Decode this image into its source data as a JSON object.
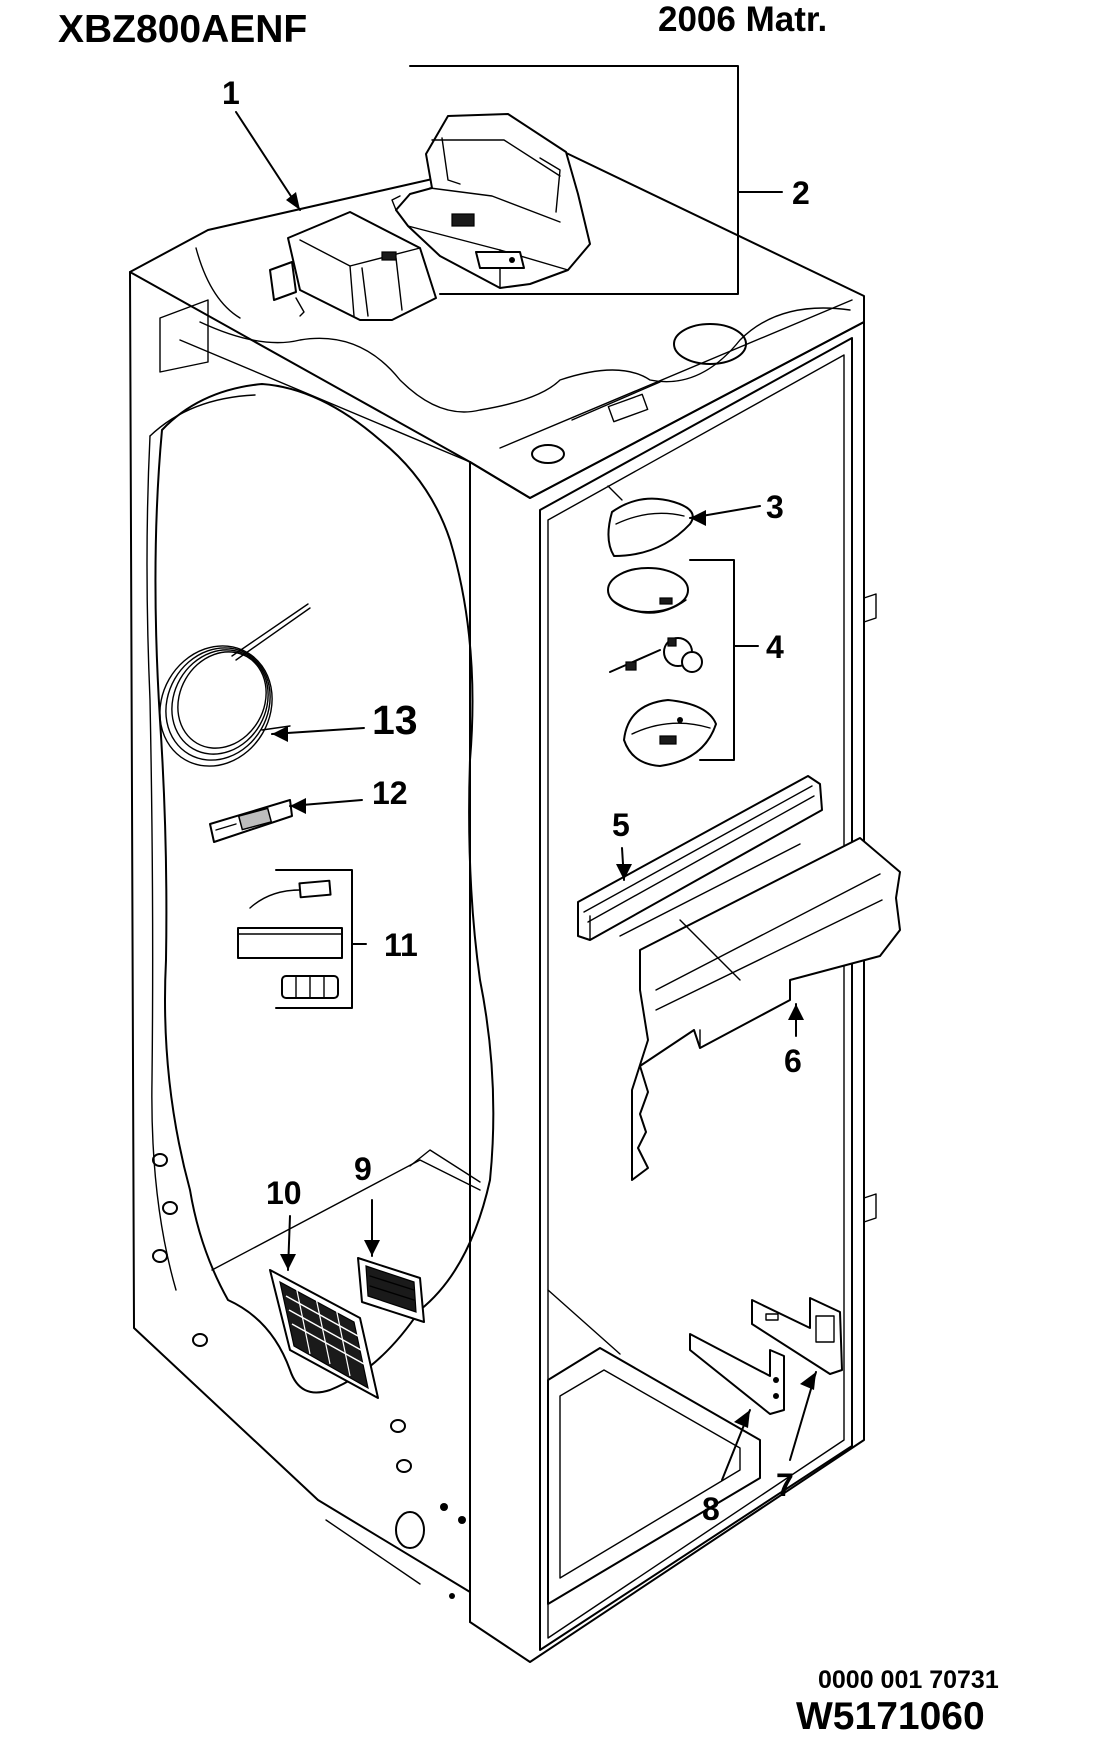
{
  "header": {
    "model_code": "XBZ800AENF",
    "production_year": "2006 Matr."
  },
  "footer": {
    "document_number": "0000 001 70731",
    "document_id": "W5171060"
  },
  "callouts": [
    {
      "number": "1",
      "part": "control-housing"
    },
    {
      "number": "2",
      "part": "ice-maker-assembly"
    },
    {
      "number": "3",
      "part": "light-cover"
    },
    {
      "number": "4",
      "part": "lamp-housing-kit"
    },
    {
      "number": "5",
      "part": "shelf-rail"
    },
    {
      "number": "6",
      "part": "air-duct-cover"
    },
    {
      "number": "7",
      "part": "bracket-right"
    },
    {
      "number": "8",
      "part": "bracket-left"
    },
    {
      "number": "9",
      "part": "small-grille"
    },
    {
      "number": "10",
      "part": "large-grille"
    },
    {
      "number": "11",
      "part": "sensor-kit"
    },
    {
      "number": "12",
      "part": "sensor-clip"
    },
    {
      "number": "13",
      "part": "water-tube-coil"
    }
  ],
  "colors": {
    "line": "#000000",
    "background": "#ffffff"
  }
}
